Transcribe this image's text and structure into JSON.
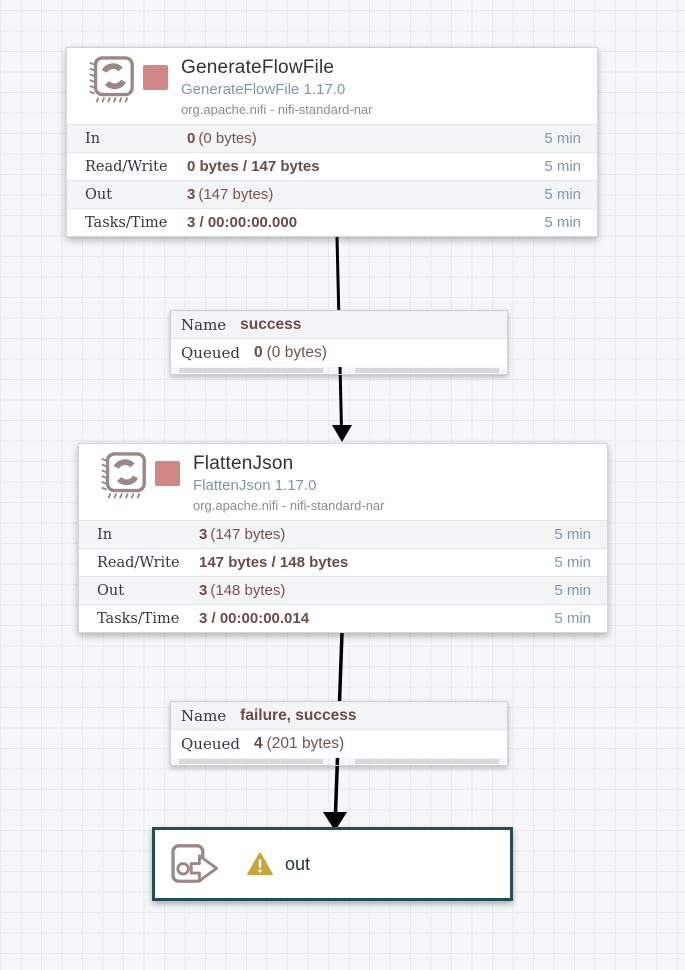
{
  "colors": {
    "canvas_bg": "#f6f7f9",
    "grid_line": "#e8eaee",
    "stopped_state": "#d18686",
    "stat_value": "#775351",
    "version_text": "#7d95aa",
    "timer_text": "#7e99ae",
    "port_border": "#234e57",
    "warning": "#c9a43c",
    "icon_taupe": "#9b8885",
    "connection_line": "#000000"
  },
  "icons": {
    "processor": "processor-stamp-circular-arrows",
    "output_port": "square-circle-arrow-right",
    "warning": "triangle-exclamation"
  },
  "processors": [
    {
      "name": "GenerateFlowFile",
      "version": "GenerateFlowFile 1.17.0",
      "bundle": "org.apache.nifi - nifi-standard-nar",
      "state": "stopped",
      "stats": [
        {
          "label": "In",
          "value_bold": "0",
          "value_rest": "(0 bytes)",
          "window": "5 min"
        },
        {
          "label": "Read/Write",
          "value_bold": "0 bytes / 147 bytes",
          "value_rest": "",
          "window": "5 min"
        },
        {
          "label": "Out",
          "value_bold": "3",
          "value_rest": "(147 bytes)",
          "window": "5 min"
        },
        {
          "label": "Tasks/Time",
          "value_bold": "3 / 00:00:00.000",
          "value_rest": "",
          "window": "5 min"
        }
      ]
    },
    {
      "name": "FlattenJson",
      "version": "FlattenJson 1.17.0",
      "bundle": "org.apache.nifi - nifi-standard-nar",
      "state": "stopped",
      "stats": [
        {
          "label": "In",
          "value_bold": "3",
          "value_rest": "(147 bytes)",
          "window": "5 min"
        },
        {
          "label": "Read/Write",
          "value_bold": "147 bytes / 148 bytes",
          "value_rest": "",
          "window": "5 min"
        },
        {
          "label": "Out",
          "value_bold": "3",
          "value_rest": "(148 bytes)",
          "window": "5 min"
        },
        {
          "label": "Tasks/Time",
          "value_bold": "3 / 00:00:00.014",
          "value_rest": "",
          "window": "5 min"
        }
      ]
    }
  ],
  "connections": [
    {
      "name_label": "Name",
      "name_value": "success",
      "queued_label": "Queued",
      "queued_bold": "0",
      "queued_rest": "(0 bytes)"
    },
    {
      "name_label": "Name",
      "name_value": "failure, success",
      "queued_label": "Queued",
      "queued_bold": "4",
      "queued_rest": "(201 bytes)"
    }
  ],
  "port": {
    "label": "out"
  }
}
